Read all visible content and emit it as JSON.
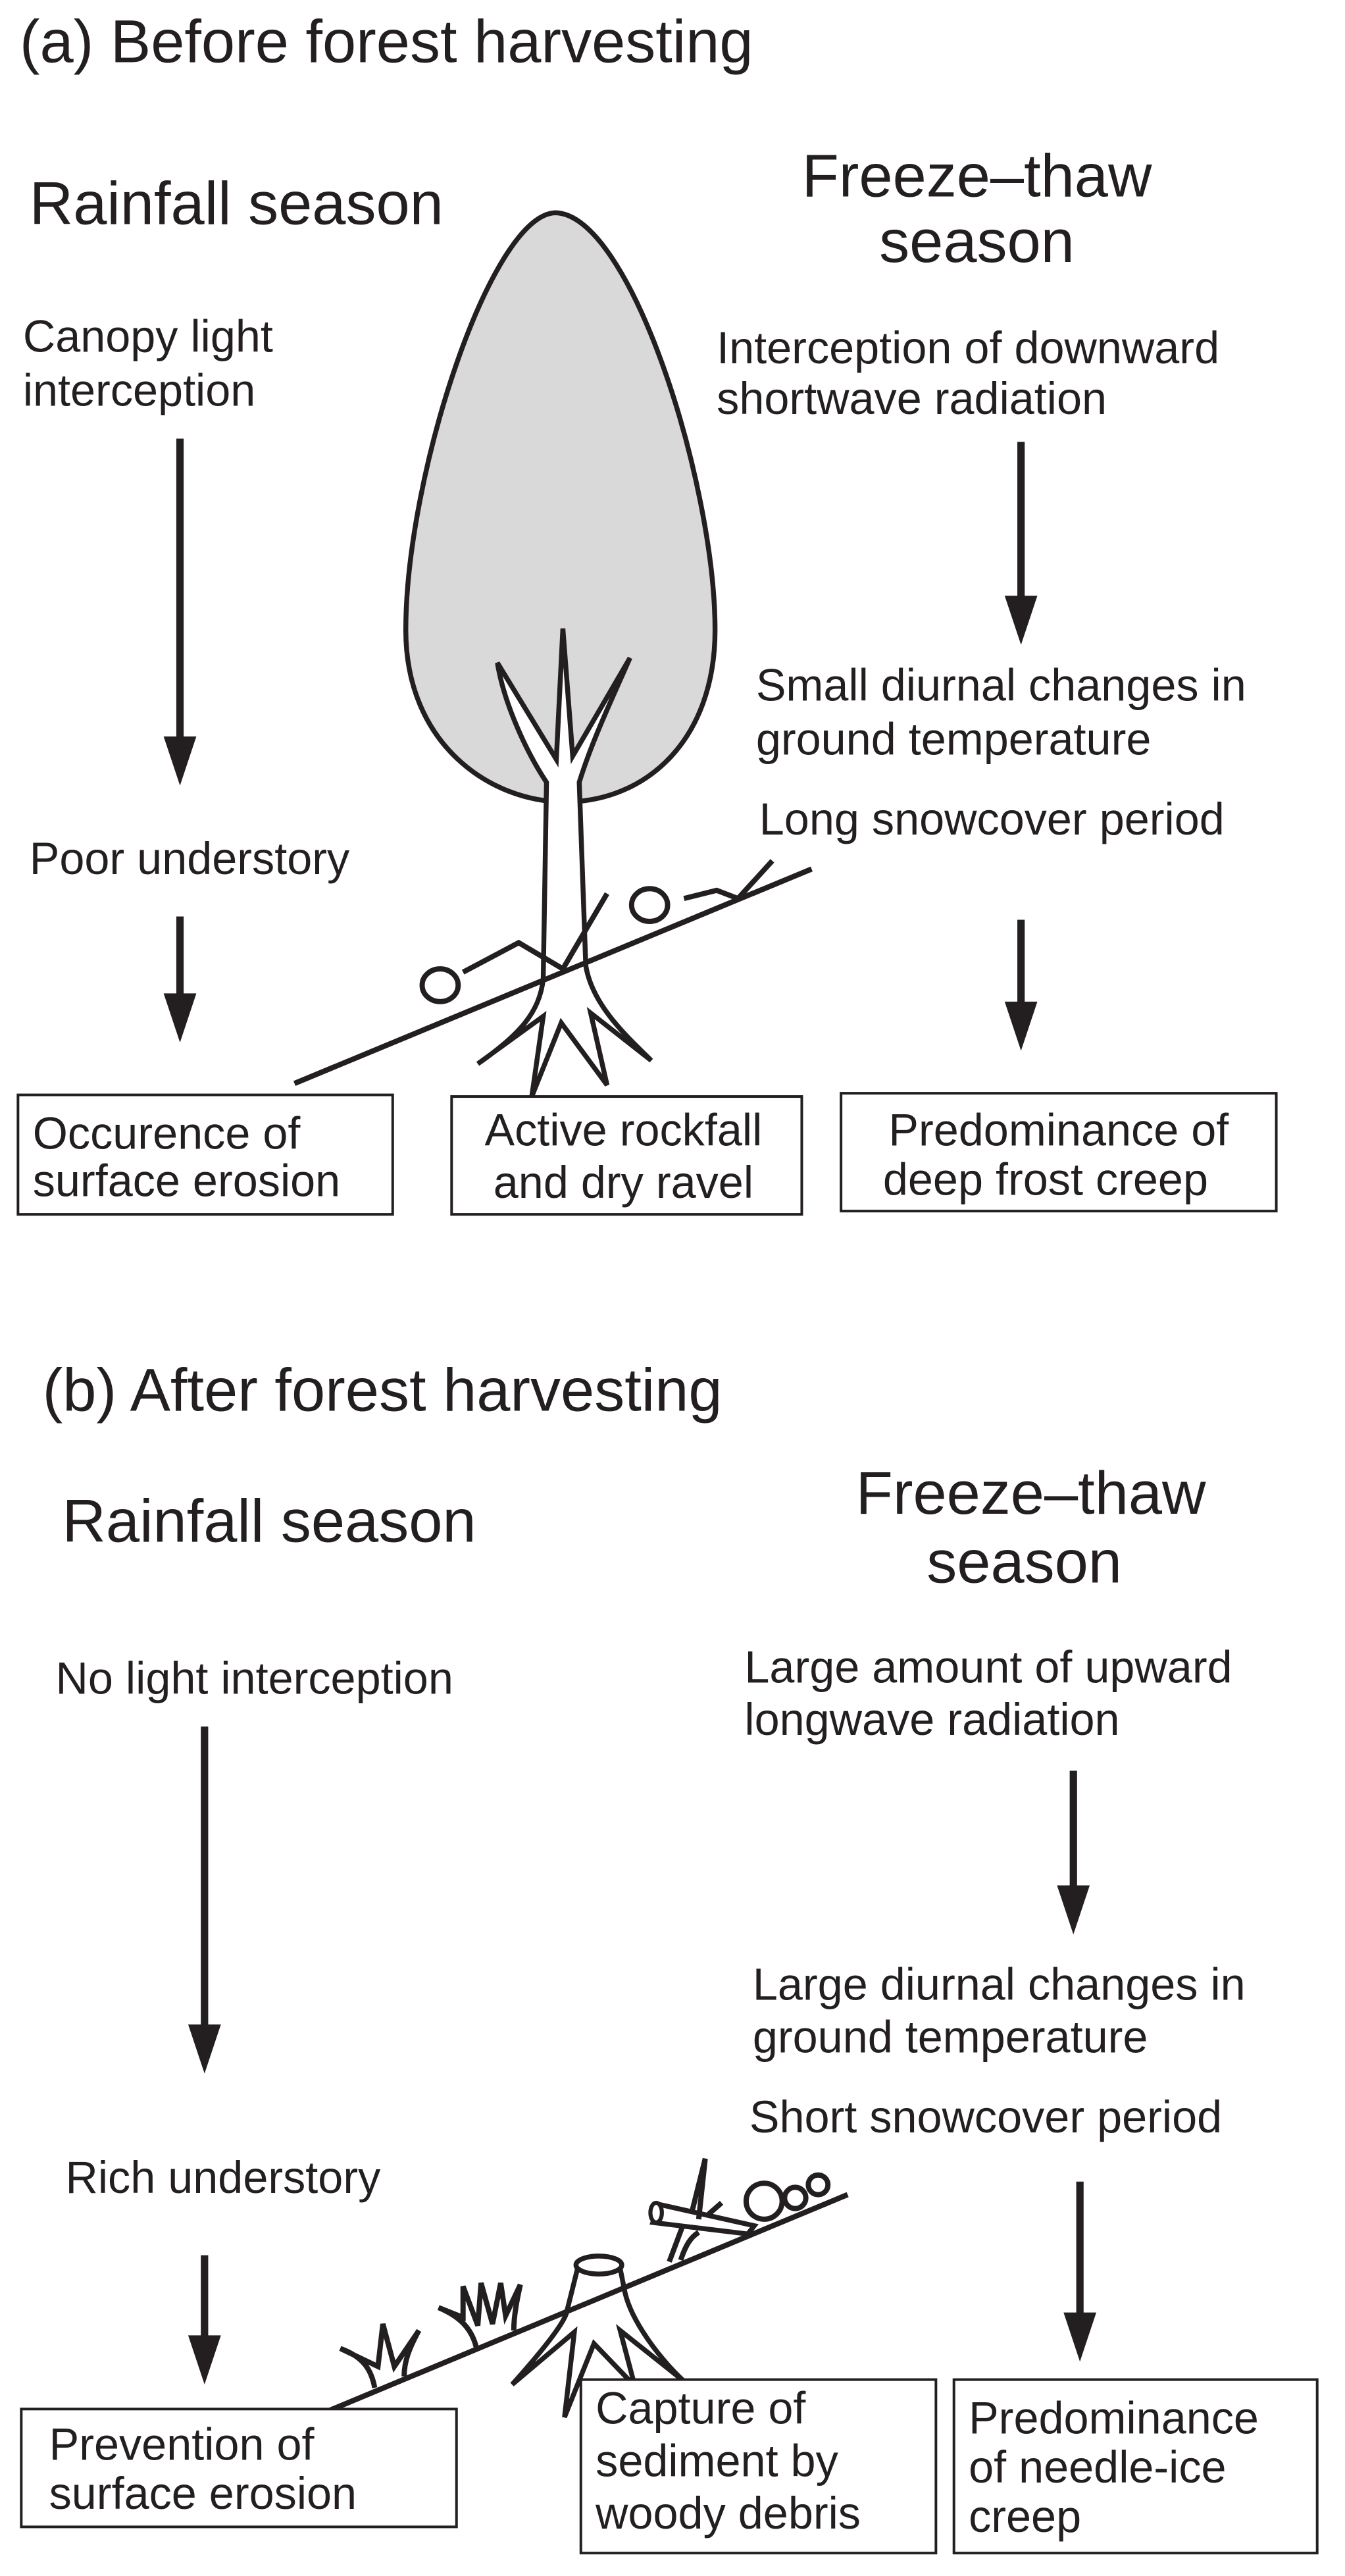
{
  "panel_a": {
    "title": "(a) Before forest harvesting",
    "rainfall": {
      "heading": "Rainfall season",
      "step1": [
        "Canopy light",
        "interception"
      ],
      "step2": "Poor understory",
      "result": [
        "Occurence of",
        "surface erosion"
      ]
    },
    "center_result": [
      "Active rockfall",
      "and dry ravel"
    ],
    "freeze": {
      "heading": [
        "Freeze–thaw",
        "season"
      ],
      "step1": [
        "Interception of downward",
        "shortwave radiation"
      ],
      "step2": [
        "Small diurnal changes in",
        "ground temperature"
      ],
      "step3": "Long snowcover period",
      "result": [
        "Predominance of",
        "deep frost creep"
      ]
    }
  },
  "panel_b": {
    "title": "(b) After forest harvesting",
    "rainfall": {
      "heading": "Rainfall season",
      "step1": "No light interception",
      "step2": "Rich understory",
      "result": [
        "Prevention of",
        "surface erosion"
      ]
    },
    "center_result": [
      "Capture of",
      "sediment by",
      "woody debris"
    ],
    "freeze": {
      "heading": [
        "Freeze–thaw",
        "season"
      ],
      "step1": [
        "Large amount of upward",
        "longwave radiation"
      ],
      "step2": [
        "Large diurnal changes in",
        "ground temperature"
      ],
      "step3": "Short snowcover period",
      "result": [
        "Predominance",
        "of needle-ice",
        "creep"
      ]
    }
  },
  "colors": {
    "ink": "#231f20",
    "canopy": "#d9d9da"
  }
}
